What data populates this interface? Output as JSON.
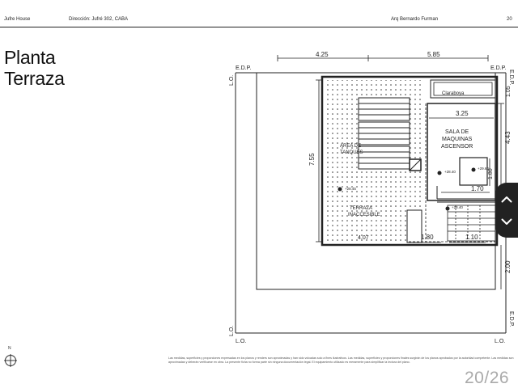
{
  "header": {
    "project": "Jufre House",
    "address": "Dirección: Jufré 302, CABA",
    "architect": "Arq Bernardo Furman",
    "page_number": "20"
  },
  "title": {
    "line1": "Planta",
    "line2": "Terraza"
  },
  "plan": {
    "labels": {
      "edp_top_left": "E.D.P.",
      "edp_top_right": "E.D.P.",
      "edp_right_top": "E.D.P.",
      "edp_right_bottom": "E.D.P.",
      "lo_left_top": "L.O.",
      "lo_left_bottom": "L.O.",
      "lo_bottom_left": "L.O.",
      "lo_bottom_right": "L.O.",
      "claraboya": "Claraboya",
      "sala_line1": "SALA DE",
      "sala_line2": "MAQUINAS",
      "sala_line3": "ASCENSOR",
      "tanques_line1": "AREA DE",
      "tanques_line2": "TANQUES",
      "terraza_line1": "TERRAZA",
      "terraza_line2": "INACCESIBLE",
      "level_1": "+28.40",
      "level_2": "+29.60",
      "level_3": "+28.45",
      "level_4": "+28.40"
    },
    "dimensions": {
      "top_left": "4.25",
      "top_right": "5.85",
      "sala_width": "3.25",
      "left_height": "7.55",
      "right_height": "4.43",
      "right_top": "1.05",
      "inner_vertical": "1.80",
      "inner_horizontal": "1.70",
      "bottom_a": "1.80",
      "bottom_b": "1.10",
      "bottom_c": "4.07",
      "right_bottom": "2.00"
    }
  },
  "footer": {
    "disclaimer": "Las medidas, superficies y proporciones expresadas en los planos y renders son aproximadas y han sido volcadas solo a fines ilustrativos. Las medidas, superficies y proporciones finales surgirán de los planos aprobados por la autoridad competente. Las medidas son aproximadas y deberán verificarse en obra. La presente ficha no forma parte sin ninguna documentación legal. El equipamiento utilizado es meramente para simplificar la lectura del plano.",
    "page_counter": "20/26",
    "compass_label": "N"
  },
  "icons": {
    "up": "chevron-up-icon",
    "down": "chevron-down-icon",
    "compass": "north-compass-icon"
  },
  "colors": {
    "nav_background": "#222222",
    "line": "#222222",
    "counter": "#aaaaaa"
  }
}
